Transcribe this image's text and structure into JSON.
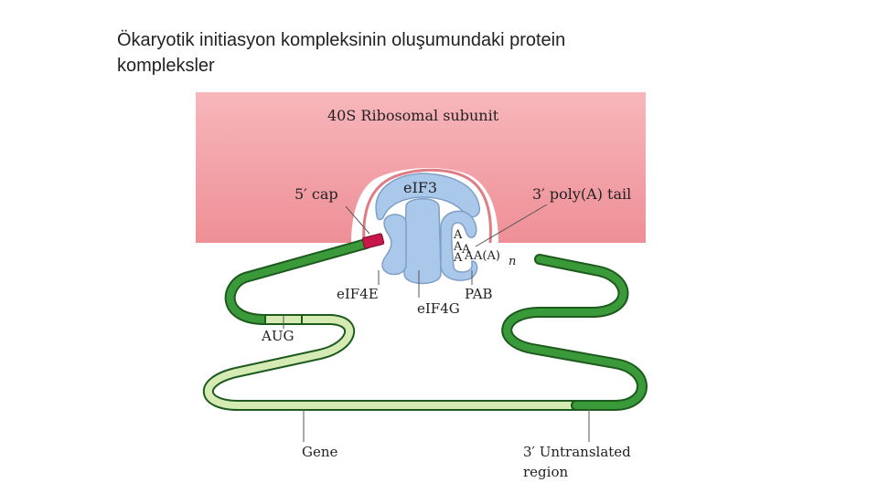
{
  "slide": {
    "title_line1": "Ökaryotik initiasyon kompleksinin oluşumundaki protein",
    "title_line2": "kompleksler"
  },
  "diagram": {
    "labels": {
      "ribosome": "40S Ribosomal subunit",
      "eif3": "eIF3",
      "cap": "5′ cap",
      "polya_tail": "3′ poly(A) tail",
      "eif4e": "eIF4E",
      "eif4g": "eIF4G",
      "pab": "PAB",
      "aug": "AUG",
      "gene": "Gene",
      "utr_line1": "3′ Untranslated",
      "utr_line2": "region",
      "polya_a1": "A",
      "polya_a2": "A",
      "polya_a3": "A",
      "polya_a4": "A",
      "polya_a5": "A",
      "polya_tail_seq": "A(A)",
      "polya_n": "n"
    },
    "colors": {
      "ribosome_top": "#f7b7bb",
      "ribosome_bottom": "#ee8f96",
      "protein_fill": "#a9c8ea",
      "protein_stroke": "#7f9fc7",
      "cap": "#c8174b",
      "mrna_dark": "#3a9a3a",
      "mrna_light": "#d6ebb4",
      "mrna_outline": "#1d5a1d",
      "leader": "#555555"
    }
  }
}
